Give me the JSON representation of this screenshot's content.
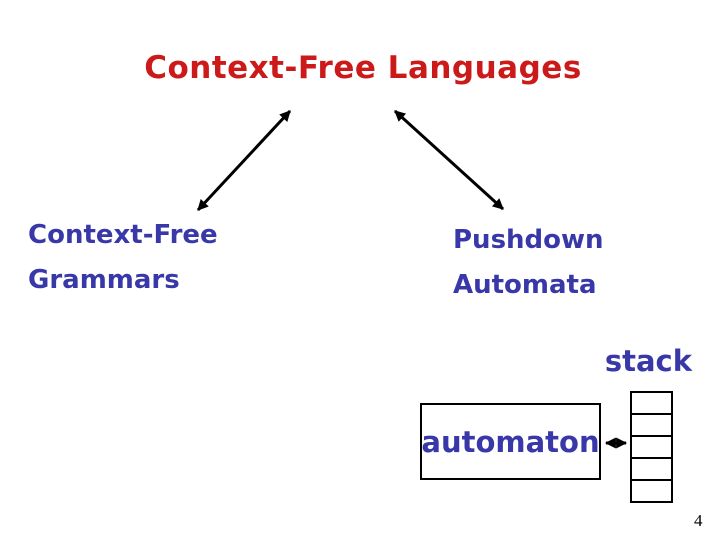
{
  "slide": {
    "title": "Context-Free Languages",
    "left_concept": {
      "line1": "Context-Free",
      "line2": "Grammars"
    },
    "right_concept": {
      "line1": "Pushdown",
      "line2": "Automata"
    },
    "stack_label": "stack",
    "automaton_label": "automaton",
    "page_number": "4"
  },
  "diagram": {
    "connections": [
      {
        "from": "Context-Free Languages",
        "to": "Context-Free Grammars",
        "style": "double-headed-arrow"
      },
      {
        "from": "Context-Free Languages",
        "to": "Pushdown Automata",
        "style": "double-headed-arrow"
      },
      {
        "from": "automaton",
        "to": "stack",
        "style": "double-headed-arrow"
      }
    ],
    "stack": {
      "cell_count": 5,
      "cells_empty": true
    }
  },
  "colors": {
    "background": "#ffffff",
    "title": "#cc1a1a",
    "concept_text": "#3838a8",
    "lines": "#000000"
  }
}
